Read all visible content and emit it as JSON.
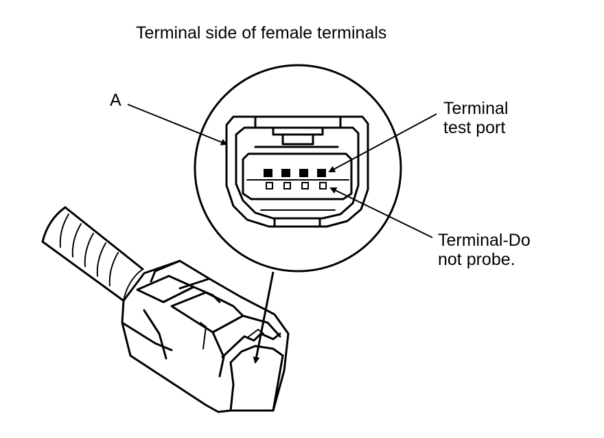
{
  "title": "Terminal side of female terminals",
  "labels": {
    "a": "A",
    "test_port": [
      "Terminal",
      "test port"
    ],
    "do_not_probe": [
      "Terminal-Do",
      "not probe."
    ]
  },
  "connector": {
    "test_port_terminals": 4,
    "do_not_probe_terminals": 4
  },
  "colors": {
    "line": "#000000",
    "background": "#ffffff"
  }
}
